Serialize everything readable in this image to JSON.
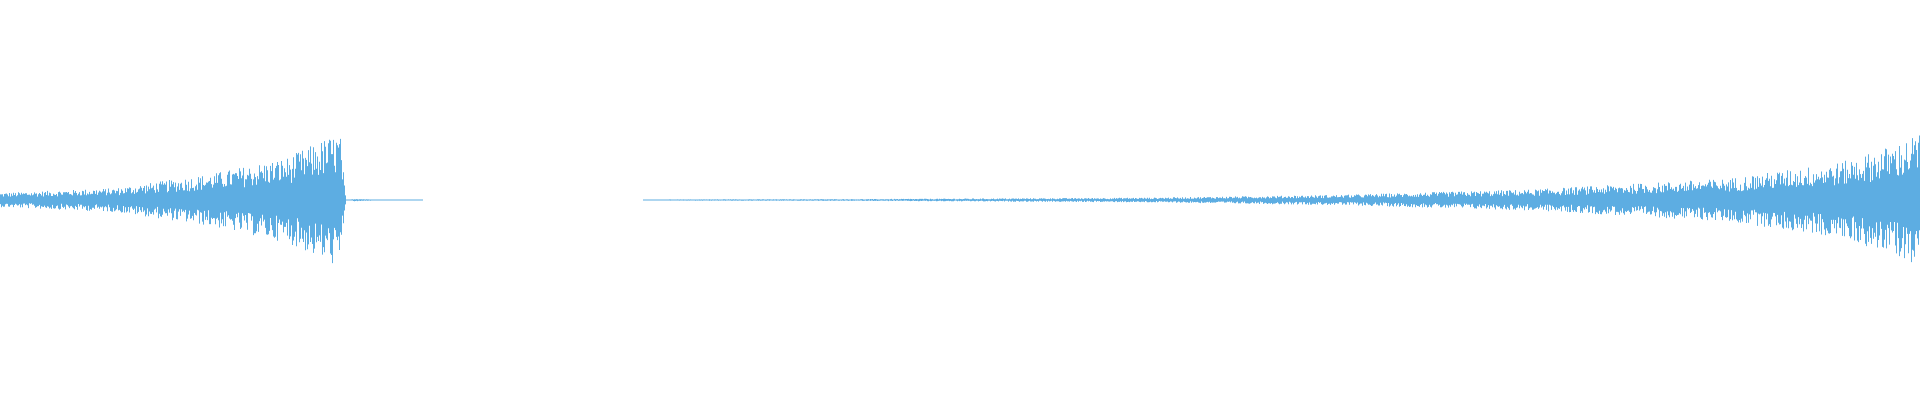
{
  "waveform": {
    "color": "#5dade2",
    "background": "#ffffff",
    "envelope": [
      {
        "t": 0.0,
        "a": 0.03
      },
      {
        "t": 0.06,
        "a": 0.05
      },
      {
        "t": 0.11,
        "a": 0.11
      },
      {
        "t": 0.15,
        "a": 0.18
      },
      {
        "t": 0.17,
        "a": 0.26
      },
      {
        "t": 0.177,
        "a": 0.28
      },
      {
        "t": 0.18,
        "a": 0.0
      },
      {
        "t": 0.185,
        "a": 0.006
      },
      {
        "t": 0.195,
        "a": 0.002
      },
      {
        "t": 0.215,
        "a": 0.002
      },
      {
        "t": 0.22,
        "a": 0.0
      },
      {
        "t": 0.335,
        "a": 0.0
      },
      {
        "t": 0.34,
        "a": 0.002
      },
      {
        "t": 0.365,
        "a": 0.003
      },
      {
        "t": 0.45,
        "a": 0.004
      },
      {
        "t": 0.6,
        "a": 0.01
      },
      {
        "t": 0.7,
        "a": 0.022
      },
      {
        "t": 0.8,
        "a": 0.045
      },
      {
        "t": 0.9,
        "a": 0.09
      },
      {
        "t": 0.96,
        "a": 0.16
      },
      {
        "t": 0.99,
        "a": 0.24
      },
      {
        "t": 1.0,
        "a": 0.28
      }
    ]
  }
}
